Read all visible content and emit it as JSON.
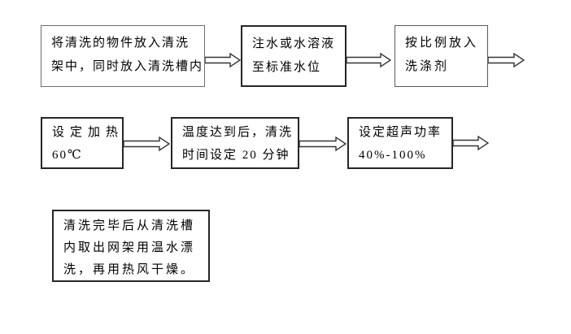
{
  "diagram": {
    "title": "ultrasonic-cleaning-process-flowchart",
    "colors": {
      "background": "#ffffff",
      "box_border": "#4a4a4a",
      "text": "#000000",
      "arrow_fill": "#ffffff",
      "arrow_stroke": "#333333"
    },
    "boxes": [
      {
        "id": "load-items",
        "lines": [
          "将清洗的物件放入清洗",
          "架中，同时放入清洗槽内"
        ]
      },
      {
        "id": "fill-water",
        "lines": [
          "注水或水溶液",
          "至标准水位"
        ]
      },
      {
        "id": "add-detergent",
        "lines": [
          "按比例放入",
          "洗涤剂"
        ]
      },
      {
        "id": "set-heating",
        "lines": [
          "设定加热",
          "60℃"
        ]
      },
      {
        "id": "set-clean-time",
        "lines": [
          "温度达到后，清洗",
          "时间设定 20 分钟"
        ]
      },
      {
        "id": "set-power",
        "lines": [
          "设定超声功率",
          "40%-100%"
        ]
      },
      {
        "id": "rinse-and-dry",
        "lines": [
          "清洗完毕后从清洗槽",
          "内取出网架用温水漂",
          "洗，再用热风干燥。"
        ]
      }
    ],
    "connectors": [
      {
        "id": "arrow-1",
        "direction": "right"
      },
      {
        "id": "arrow-2",
        "direction": "right"
      },
      {
        "id": "arrow-3",
        "direction": "right"
      },
      {
        "id": "arrow-4",
        "direction": "right"
      },
      {
        "id": "arrow-5",
        "direction": "right"
      },
      {
        "id": "arrow-6",
        "direction": "right"
      }
    ]
  }
}
